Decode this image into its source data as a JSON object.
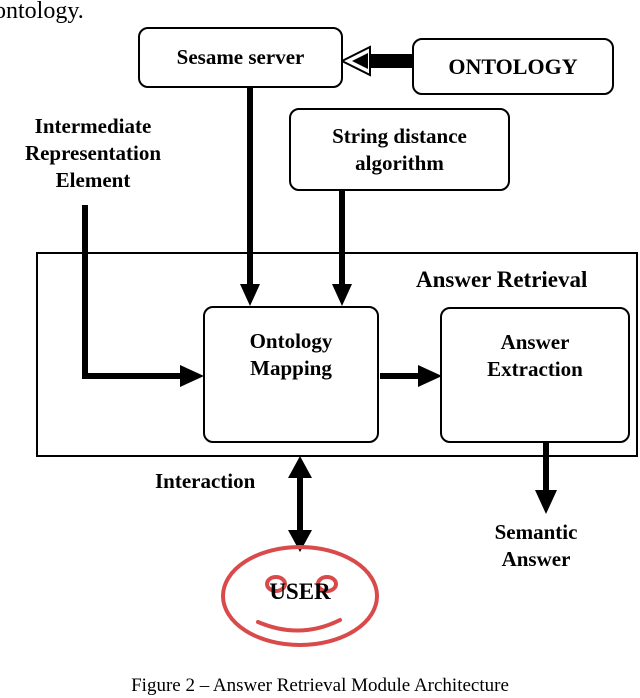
{
  "fragment_text": "ontology.",
  "nodes": {
    "sesame_server": "Sesame server",
    "ontology_source": "ONTOLOGY",
    "string_distance_line1": "String distance",
    "string_distance_line2": "algorithm",
    "ontology_mapping_line1": "Ontology",
    "ontology_mapping_line2": "Mapping",
    "answer_extraction_line1": "Answer",
    "answer_extraction_line2": "Extraction",
    "container_title": "Answer Retrieval"
  },
  "labels": {
    "ire_line1": "Intermediate",
    "ire_line2": "Representation",
    "ire_line3": "Element",
    "interaction": "Interaction",
    "semantic_line1": "Semantic",
    "semantic_line2": "Answer",
    "user": "USER"
  },
  "caption": "Figure 2 – Answer Retrieval Module Architecture",
  "colors": {
    "user_ring": "#d94a4a",
    "stroke": "#000000"
  }
}
